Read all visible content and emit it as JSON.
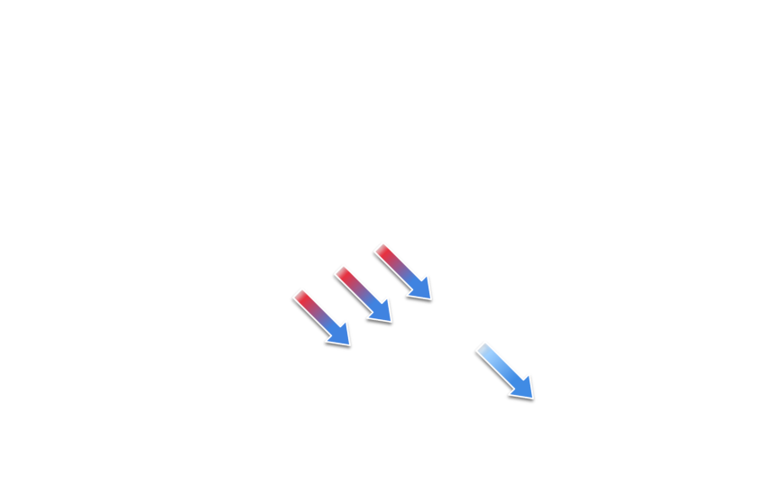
{
  "arrows": [
    {
      "icon": "arrow-down-right-icon",
      "gradient": "red-to-blue",
      "start_color": "#e8313f",
      "end_color": "#3f83e0"
    },
    {
      "icon": "arrow-down-right-icon",
      "gradient": "red-to-blue",
      "start_color": "#e8313f",
      "end_color": "#3f83e0"
    },
    {
      "icon": "arrow-down-right-icon",
      "gradient": "red-to-blue",
      "start_color": "#e8313f",
      "end_color": "#3f83e0"
    },
    {
      "icon": "arrow-down-right-icon",
      "gradient": "light-blue-to-blue",
      "start_color": "#9fd0ff",
      "end_color": "#3f8be4"
    }
  ]
}
